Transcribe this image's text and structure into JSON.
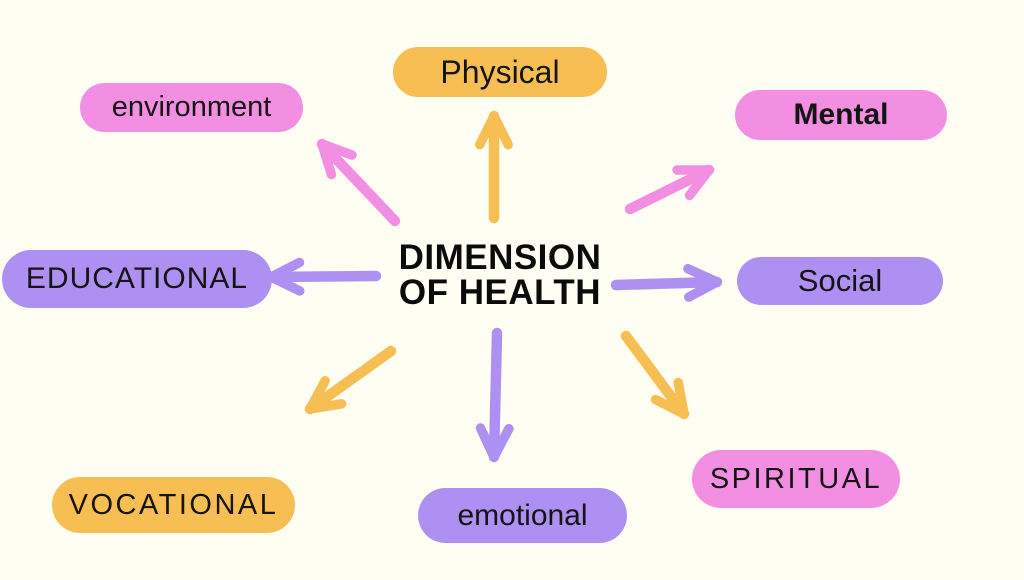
{
  "background": "#FFFEF2",
  "palette": {
    "yellow": "#F7BF53",
    "pink": "#F28FE2",
    "purple": "#AE90F2",
    "text": "#141414"
  },
  "center": {
    "line1": "DIMENSION",
    "line2": "OF HEALTH"
  },
  "nodes": [
    {
      "id": "physical",
      "label": "Physical",
      "color": "yellow",
      "bold": false
    },
    {
      "id": "mental",
      "label": "Mental",
      "color": "pink",
      "bold": true
    },
    {
      "id": "social",
      "label": "Social",
      "color": "purple",
      "bold": false
    },
    {
      "id": "spiritual",
      "label": "SPIRITUAL",
      "color": "pink",
      "bold": false
    },
    {
      "id": "emotional",
      "label": "emotional",
      "color": "purple",
      "bold": false
    },
    {
      "id": "vocational",
      "label": "VOCATIONAL",
      "color": "yellow",
      "bold": false
    },
    {
      "id": "educational",
      "label": "EDUCATIONAL",
      "color": "purple",
      "bold": false
    },
    {
      "id": "environment",
      "label": "environment",
      "color": "pink",
      "bold": false
    }
  ],
  "arrows": [
    {
      "to": "physical",
      "color": "yellow"
    },
    {
      "to": "environment",
      "color": "pink"
    },
    {
      "to": "mental",
      "color": "pink"
    },
    {
      "to": "social",
      "color": "purple"
    },
    {
      "to": "educational",
      "color": "purple"
    },
    {
      "to": "vocational",
      "color": "yellow"
    },
    {
      "to": "emotional",
      "color": "purple"
    },
    {
      "to": "spiritual",
      "color": "yellow"
    }
  ]
}
